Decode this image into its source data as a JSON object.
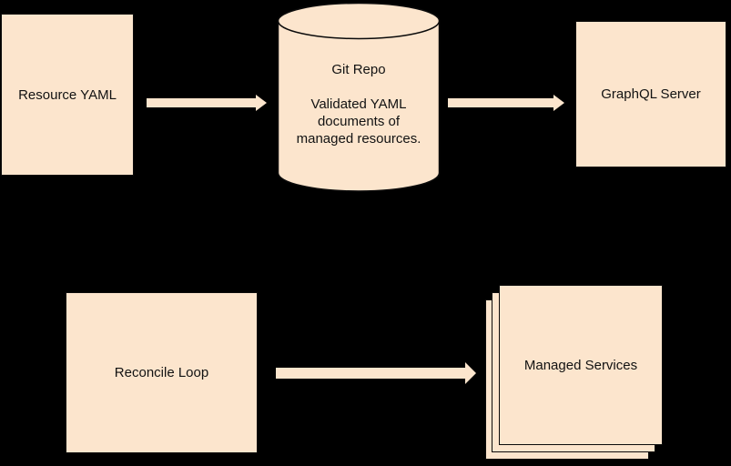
{
  "diagram": {
    "background_color": "#000000",
    "shape_fill_color": "#FCE5CD",
    "shape_border_color": "#0b0b0b",
    "text_color": "#121212",
    "nodes": {
      "resource_yaml": {
        "label": "Resource YAML",
        "shape": "rectangle"
      },
      "git_repo": {
        "title": "Git Repo",
        "description": "Validated YAML documents of managed resources.",
        "shape": "cylinder"
      },
      "graphql_server": {
        "label": "GraphQL Server",
        "shape": "rectangle"
      },
      "reconcile_loop": {
        "label": "Reconcile Loop",
        "shape": "rectangle"
      },
      "managed_services": {
        "label": "Managed Services",
        "shape": "stacked-rectangles"
      }
    },
    "edges": [
      {
        "from": "resource_yaml",
        "to": "git_repo",
        "style": "filled-arrow"
      },
      {
        "from": "git_repo",
        "to": "graphql_server",
        "style": "filled-arrow"
      },
      {
        "from": "reconcile_loop",
        "to": "managed_services",
        "style": "filled-arrow"
      }
    ]
  }
}
